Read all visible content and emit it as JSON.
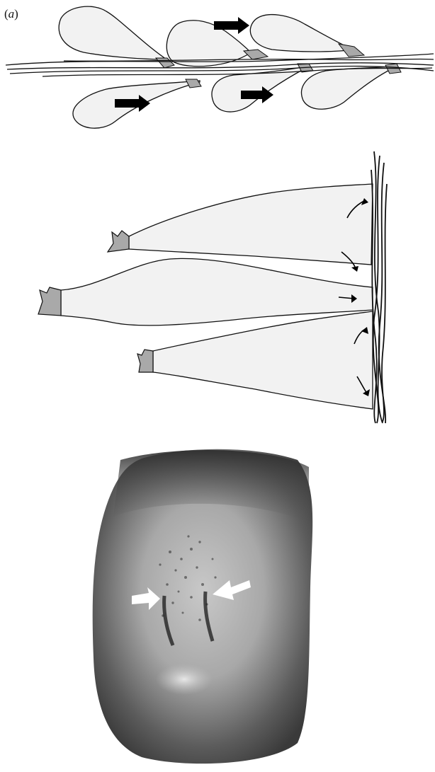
{
  "figure": {
    "panel_label_open": "(",
    "panel_label_letter": "a",
    "panel_label_close": ")"
  },
  "colors": {
    "cell_fill": "#f2f2f2",
    "cell_stroke": "#111111",
    "contact_gray": "#a9a9a9",
    "arrow_black": "#000000",
    "arrow_white": "#ffffff",
    "embryo_dark": "#3a3a3a",
    "embryo_light": "#bdbdbd"
  },
  "icons": {
    "top_panel": "migrating-cells-on-fibers-diagram",
    "middle_panel": "elongated-cells-attached-to-fiber-bundle-diagram",
    "bottom_panel": "embryo-micrograph"
  }
}
